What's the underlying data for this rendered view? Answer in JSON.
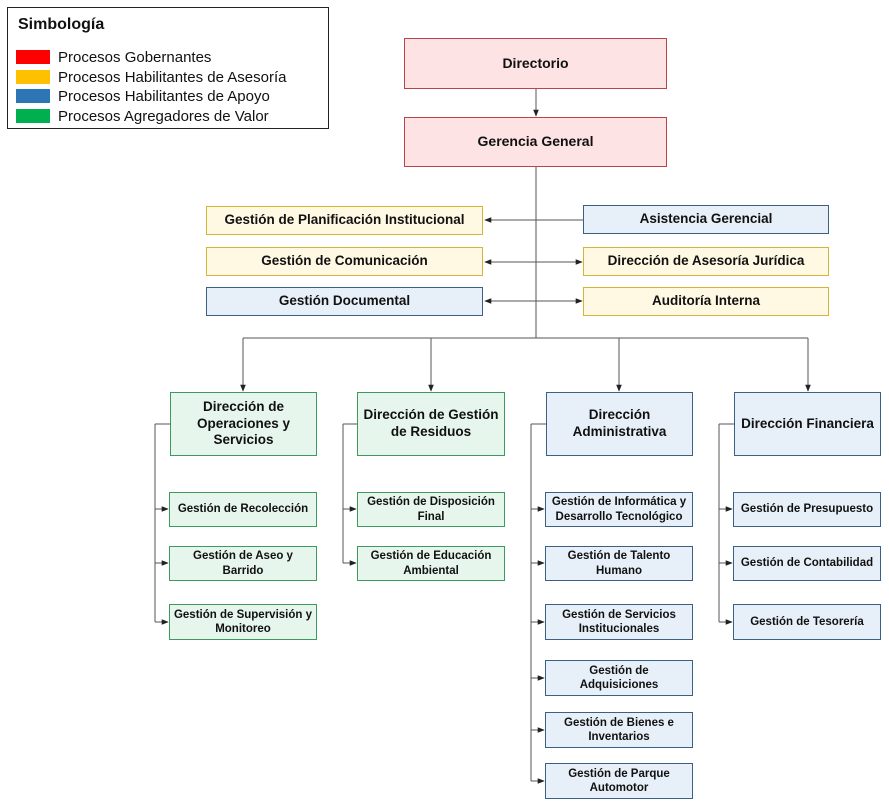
{
  "legend": {
    "title": "Simbología",
    "items": [
      {
        "label": "Procesos Gobernantes",
        "color": "#ff0000"
      },
      {
        "label": "Procesos Habilitantes de Asesoría",
        "color": "#ffc000"
      },
      {
        "label": "Procesos Habilitantes de Apoyo",
        "color": "#2e75b6"
      },
      {
        "label": "Procesos Agregadores de Valor",
        "color": "#00b050"
      }
    ]
  },
  "top": {
    "directorio": "Directorio",
    "gerencia": "Gerencia General"
  },
  "staff": {
    "planificacion": "Gestión de Planificación Institucional",
    "comunicacion": "Gestión de Comunicación",
    "documental": "Gestión Documental",
    "asistencia": "Asistencia Gerencial",
    "juridica": "Dirección de Asesoría Jurídica",
    "auditoria": "Auditoría Interna"
  },
  "directions": [
    {
      "name": "Dirección de Operaciones y Servicios",
      "children": [
        "Gestión de Recolección",
        "Gestión de Aseo y Barrido",
        "Gestión de Supervisión y Monitoreo"
      ]
    },
    {
      "name": "Dirección de Gestión de Residuos",
      "children": [
        "Gestión de Disposición Final",
        "Gestión de Educación Ambiental"
      ]
    },
    {
      "name": "Dirección Administrativa",
      "children": [
        "Gestión de Informática y Desarrollo Tecnológico",
        "Gestión de Talento Humano",
        "Gestión de Servicios Institucionales",
        "Gestión de Adquisiciones",
        "Gestión de Bienes e Inventarios",
        "Gestión de Parque Automotor"
      ]
    },
    {
      "name": "Dirección Financiera",
      "children": [
        "Gestión de Presupuesto",
        "Gestión de Contabilidad",
        "Gestión de Tesorería"
      ]
    }
  ]
}
